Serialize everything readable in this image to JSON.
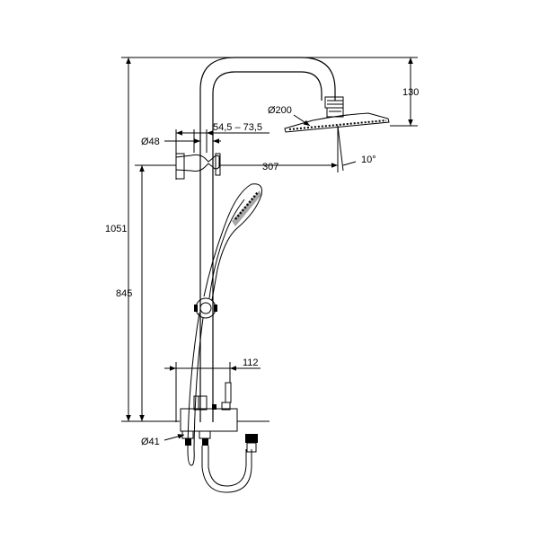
{
  "dimensions": {
    "total_height": "1051",
    "slider_height": "845",
    "head_drop": "130",
    "arm_reach": "307",
    "head_diameter": "Ø200",
    "rail_diameter": "Ø48",
    "bracket_range": "54,5 – 73,5",
    "head_angle": "10°",
    "mixer_projection": "112",
    "inlet_diameter": "Ø41"
  }
}
